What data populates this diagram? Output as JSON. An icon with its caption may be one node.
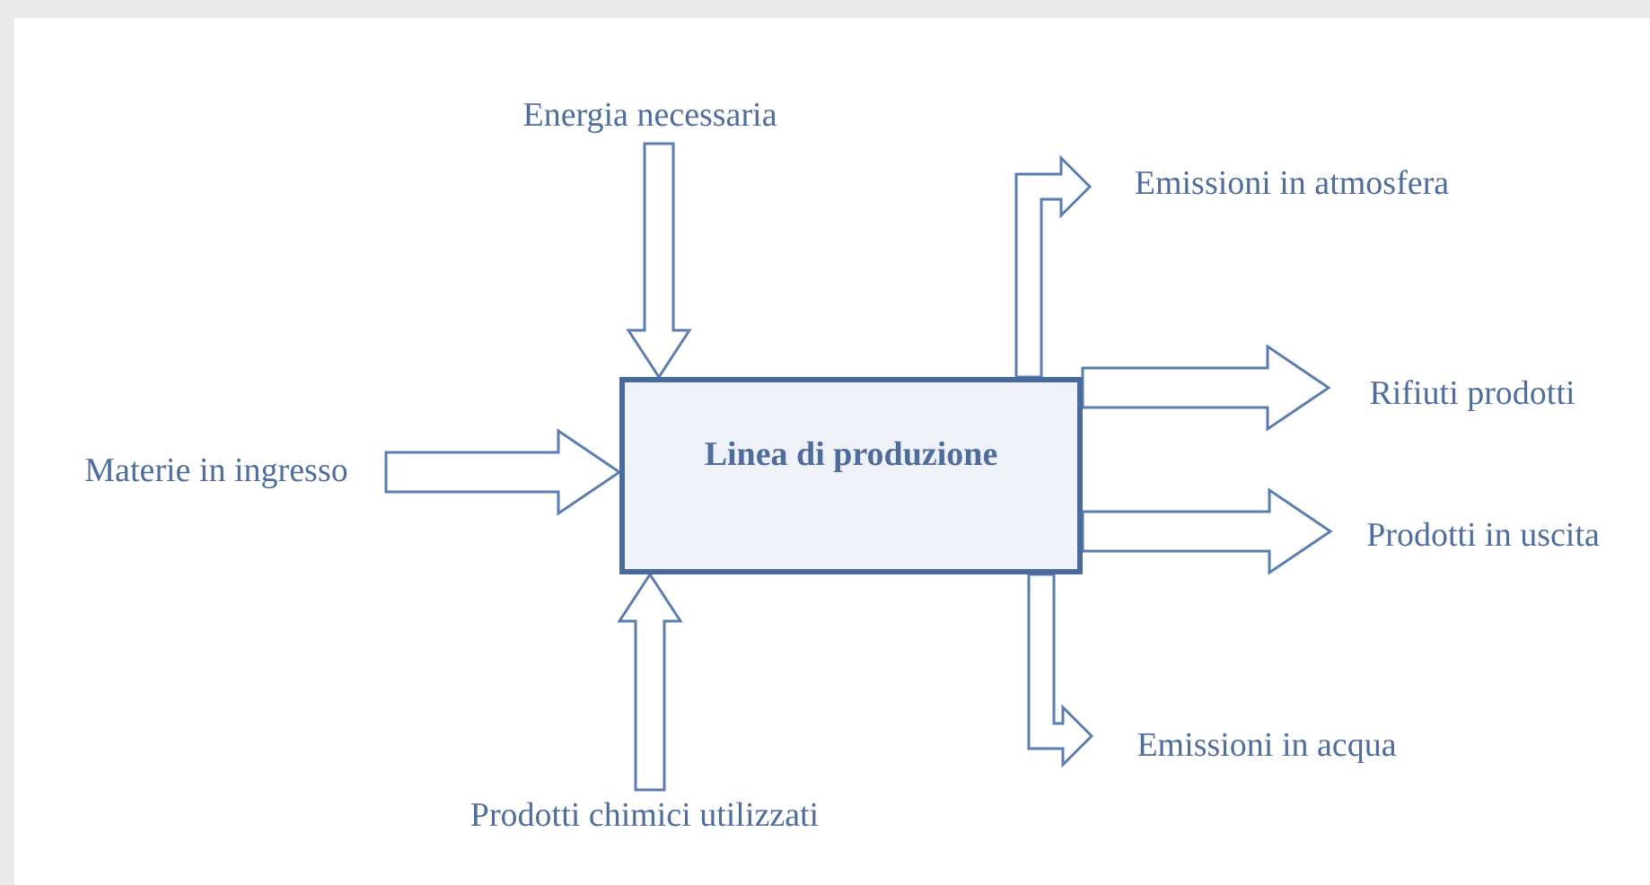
{
  "diagram": {
    "nodes": [
      {
        "text": [
          "Linea di produzione"
        ]
      },
      {
        "text": [
          "Energia necessaria"
        ]
      },
      {
        "text": [
          "Materie in ingresso"
        ]
      },
      {
        "text": [
          "Prodotti chimici utilizzati"
        ]
      },
      {
        "text": [
          "Emissioni in atmosfera"
        ]
      },
      {
        "text": [
          "Rifiuti prodotti"
        ]
      },
      {
        "text": [
          "Prodotti in uscita"
        ]
      },
      {
        "text": [
          "Emissioni in acqua"
        ]
      }
    ],
    "edges": [
      {
        "from": 1,
        "to": 0,
        "arrow": "to"
      },
      {
        "from": 2,
        "to": 0,
        "arrow": "to"
      },
      {
        "from": 3,
        "to": 0,
        "arrow": "to"
      },
      {
        "from": 0,
        "to": 4,
        "arrow": "to"
      },
      {
        "from": 0,
        "to": 5,
        "arrow": "to"
      },
      {
        "from": 0,
        "to": 6,
        "arrow": "to"
      },
      {
        "from": 0,
        "to": 7,
        "arrow": "to"
      }
    ]
  }
}
